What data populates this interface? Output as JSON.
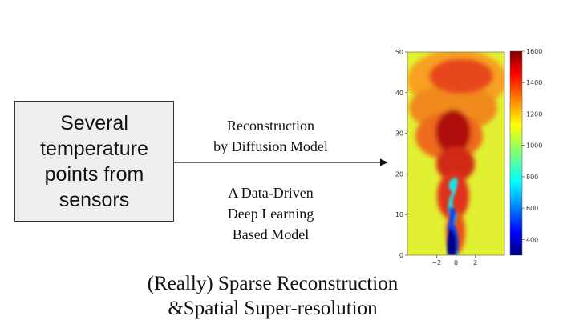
{
  "input_box": {
    "lines": [
      "Several",
      "temperature",
      "points from",
      "sensors"
    ]
  },
  "arrow_label": {
    "lines": [
      "Reconstruction",
      "by Diffusion Model"
    ]
  },
  "model_label": {
    "lines": [
      "A Data-Driven",
      "Deep Learning",
      "Based Model"
    ]
  },
  "caption": {
    "lines": [
      "(Really) Sparse Reconstruction",
      "&Spatial Super-resolution"
    ]
  },
  "chart_data": {
    "type": "heatmap",
    "title": "",
    "xlabel": "",
    "ylabel": "",
    "xlim": [
      -5,
      5
    ],
    "ylim": [
      0,
      50
    ],
    "xticks": [
      "-2",
      "0",
      "2"
    ],
    "yticks": [
      "0",
      "10",
      "20",
      "30",
      "40",
      "50"
    ],
    "colorbar": {
      "range": [
        300,
        1600
      ],
      "ticks": [
        "400",
        "600",
        "800",
        "1000",
        "1200",
        "1400",
        "1600"
      ],
      "colormap": "jet"
    },
    "description_values": {
      "background": 1150,
      "core_min": 350,
      "plume_max": 1600
    }
  }
}
